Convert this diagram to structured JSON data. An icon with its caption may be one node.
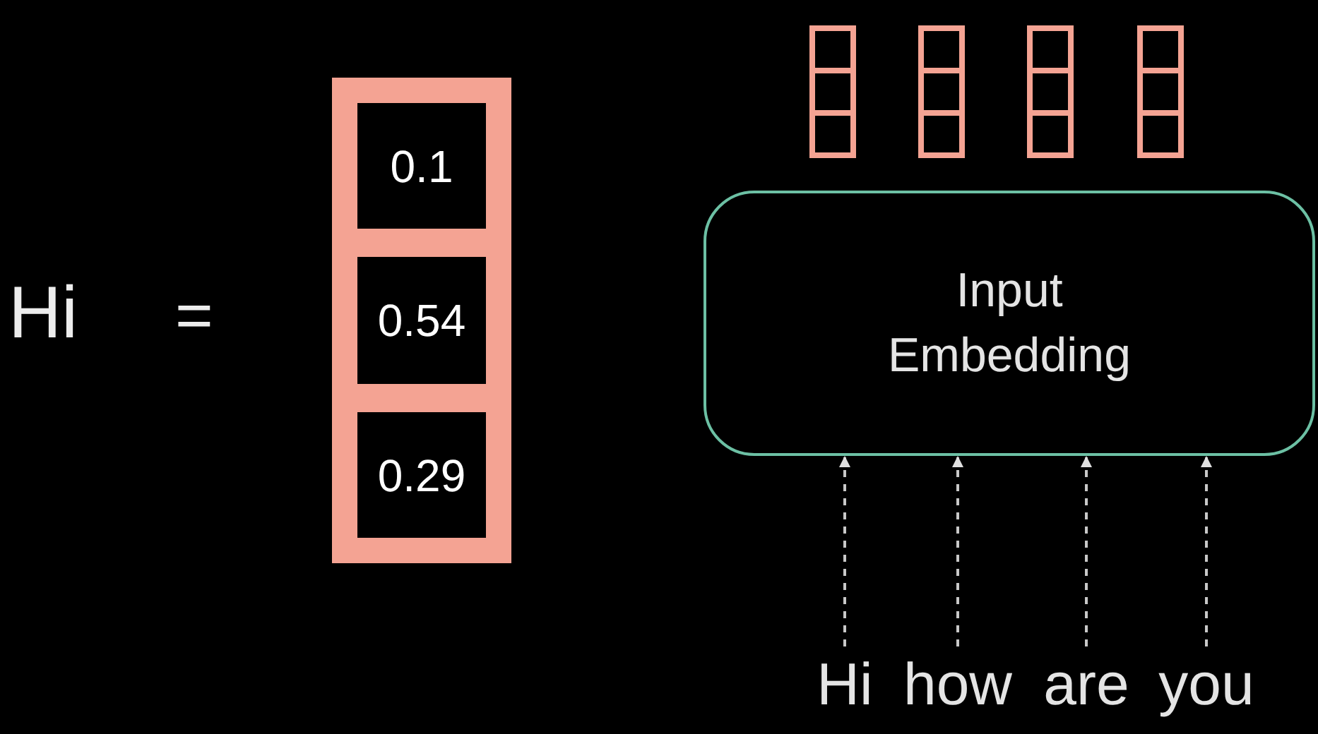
{
  "diagram": {
    "nodes": [
      {
        "text": [],
        "shape": "box"
      },
      {
        "text": [
          "0.1"
        ],
        "in": 0
      },
      {
        "text": [
          "0.54"
        ],
        "in": 0
      },
      {
        "text": [
          "0.29"
        ],
        "in": 0
      },
      {
        "text": [],
        "shape": "box"
      },
      {
        "text": [],
        "shape": "box"
      },
      {
        "text": [],
        "shape": "box"
      },
      {
        "text": [],
        "shape": "box"
      },
      {
        "text": [
          "Input Embedding"
        ]
      },
      {
        "text": [
          "Hi"
        ]
      },
      {
        "text": [
          "how"
        ]
      },
      {
        "text": [
          "are"
        ]
      },
      {
        "text": [
          "you"
        ]
      }
    ],
    "edges": [
      {
        "from": 9,
        "to": 8,
        "arrow": "to",
        "style": "dashed"
      },
      {
        "from": 10,
        "to": 8,
        "arrow": "to",
        "style": "dashed"
      },
      {
        "from": 11,
        "to": 8,
        "arrow": "to",
        "style": "dashed"
      },
      {
        "from": 12,
        "to": 8,
        "arrow": "to",
        "style": "dashed"
      }
    ],
    "labels": [
      "Hi",
      "="
    ]
  }
}
